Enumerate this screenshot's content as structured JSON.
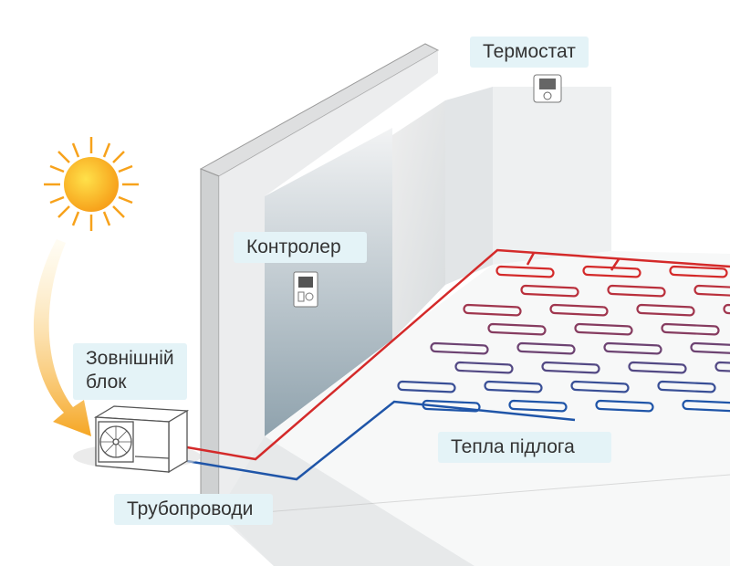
{
  "labels": {
    "thermostat": "Термостат",
    "controller": "Контролер",
    "outdoor_unit_line1": "Зовнішній",
    "outdoor_unit_line2": "блок",
    "underfloor_heating": "Тепла підлога",
    "pipelines": "Трубопроводи"
  },
  "colors": {
    "label_bg": "#e4f3f7",
    "hot_pipe": "#d42a2a",
    "cold_pipe": "#1f55a8",
    "sun": "#f6a623",
    "arrow": "#f5b13a"
  }
}
